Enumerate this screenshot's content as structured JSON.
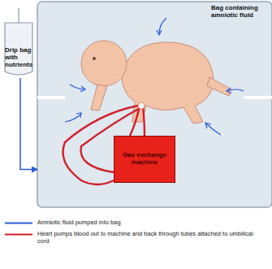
{
  "diagram": {
    "nodes": [
      {
        "text": [
          "Drip bag with nutrients"
        ]
      },
      {
        "text": [
          "Bag containing amniotic fluid"
        ]
      },
      {
        "text": [
          "Gas exchange machine"
        ],
        "in": 1
      }
    ],
    "edges": [
      {
        "from": 0,
        "to": 1,
        "arrow": "to"
      }
    ],
    "legend": [
      {
        "text": "Amniotic fluid pumped into bag"
      },
      {
        "text": "Heart pumps blood out to machine and back through tubes attached to umbilical cord"
      }
    ]
  }
}
